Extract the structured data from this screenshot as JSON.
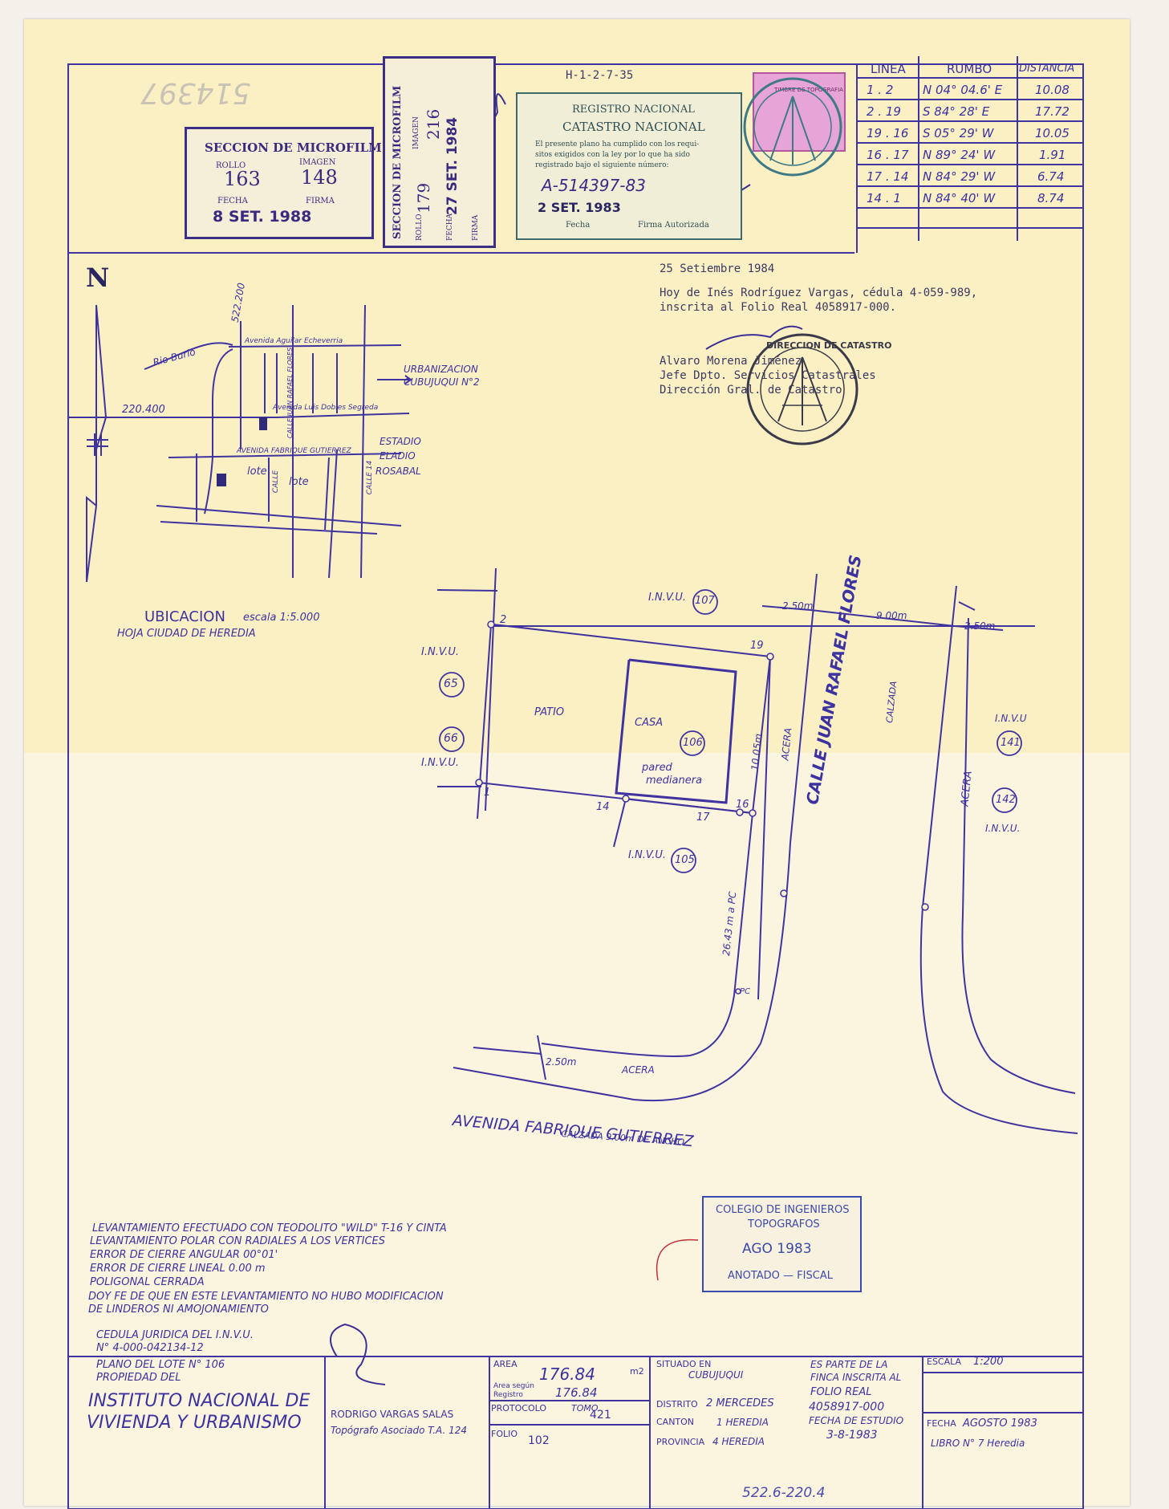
{
  "header_ref": "H-1-2-7-35",
  "microfilm_stamp_1": {
    "title": "SECCION DE MICROFILM",
    "rollo_label": "ROLLO",
    "rollo": "163",
    "imagen_label": "IMAGEN",
    "imagen": "148",
    "fecha_label": "FECHA",
    "fecha": "8 SET. 1988",
    "firma_label": "FIRMA"
  },
  "microfilm_stamp_2": {
    "title": "SECCION DE MICROFILM",
    "rollo_label": "ROLLO",
    "rollo": "179",
    "imagen_label": "IMAGEN",
    "imagen": "216",
    "fecha_label": "FECHA",
    "fecha": "27 SET. 1984",
    "firma_label": "FIRMA"
  },
  "registro_stamp": {
    "line1": "REGISTRO NACIONAL",
    "line2": "CATASTRO NACIONAL",
    "text1": "El presente plano ha cumplido con los requi-",
    "text2": "sitos exigidos con la ley por lo que ha sido",
    "text3": "registrado bajo el siguiente número:",
    "number": "A-514397-83",
    "date": "2 SET. 1983",
    "fecha_label": "Fecha",
    "firma_label": "Firma Autorizada"
  },
  "timbre": {
    "label": "TIMBRE DE TOPOGRAFIA"
  },
  "survey_table": {
    "headers": [
      "LINEA",
      "RUMBO",
      "DISTANCIA"
    ],
    "rows": [
      [
        "1 . 2",
        "N 04° 04.6' E",
        "10.08"
      ],
      [
        "2 . 19",
        "S 84° 28' E",
        "17.72"
      ],
      [
        "19 . 16",
        "S 05° 29' W",
        "10.05"
      ],
      [
        "16 . 17",
        "N 89° 24' W",
        "1.91"
      ],
      [
        "17 . 14",
        "N 84° 29' W",
        "6.74"
      ],
      [
        "14 . 1",
        "N 84° 40' W",
        "8.74"
      ]
    ]
  },
  "typed_note": {
    "date": "25 Setiembre 1984",
    "line1": "Hoy de Inés Rodríguez Vargas, cédula 4-059-989,",
    "line2": "inscrita al Folio Real 4058917-000.",
    "sig1": "Alvaro Morena Jiménez",
    "sig2": "Jefe Dpto. Servicios Catastrales",
    "sig3": "Dirección Gral. de Catastro"
  },
  "catastro_seal": "DIRECCION DE CATASTRO",
  "north": "N",
  "location_map": {
    "rio": "Rio Burio",
    "coord_top": "522.200",
    "coord_left": "220.400",
    "avenida_aguilar": "Avenida Aguilar Echeverria",
    "urbanizacion": "URBANIZACION",
    "urbanizacion2": "CUBUJUQUI N°2",
    "avenida_luis": "Avenida Luis Dobles Segreda",
    "estadio1": "ESTADIO",
    "estadio2": "ELADIO",
    "estadio3": "ROSABAL",
    "avenida_fabrique": "AVENIDA FABRIQUE GUTIERREZ",
    "calle_juan": "CALLE JUAN RAFAEL FLORES",
    "calle_14": "CALLE 14",
    "calle_lote": "CALLE",
    "lote1": "lote",
    "lote2": "lote",
    "ubicacion": "UBICACION",
    "escala": "escala 1:5.000",
    "hoja": "HOJA CIUDAD DE HEREDIA"
  },
  "plan": {
    "invu": "I.N.V.U.",
    "invu_short": "I.N.V.U",
    "lot_numbers": [
      "107",
      "65",
      "66",
      "106",
      "105",
      "141",
      "142"
    ],
    "vertices": [
      "2",
      "19",
      "1",
      "14",
      "16",
      "17"
    ],
    "patio": "PATIO",
    "casa": "CASA",
    "pared1": "pared",
    "pared2": "medianera",
    "dist_side": "10.05m",
    "acera": "ACERA",
    "acera2": "ACERA",
    "acera3": "ACERA",
    "calle_name": "CALLE JUAN RAFAEL FLORES",
    "calzada": "CALZADA",
    "d250a": "2.50m",
    "d900": "9.00m",
    "d250b": "2.50m",
    "d250c": "2.50m",
    "d2643": "26.43 m a PC",
    "pc": "PC",
    "avenida": "AVENIDA FABRIQUE GUTIERREZ",
    "calzada_ancho": "CALZADA 9.00m DE ANCHO"
  },
  "colegio_stamp": {
    "line1": "COLEGIO DE INGENIEROS",
    "line2": "TOPOGRAFOS",
    "date": "AGO 1983",
    "line3": "ANOTADO — FISCAL"
  },
  "survey_notes": [
    "LEVANTAMIENTO EFECTUADO CON TEODOLITO \"WILD\" T-16 Y CINTA",
    "LEVANTAMIENTO POLAR CON RADIALES A LOS VERTICES",
    "ERROR DE CIERRE ANGULAR 00°01'",
    "ERROR DE CIERRE LINEAL 0.00 m",
    "POLIGONAL CERRADA",
    "DOY FE DE QUE EN ESTE LEVANTAMIENTO NO HUBO MODIFICACION",
    "DE LINDEROS NI AMOJONAMIENTO"
  ],
  "cedula": {
    "line1": "CEDULA JURIDICA DEL I.N.V.U.",
    "line2": "N° 4-000-042134-12"
  },
  "title_block": {
    "plano": "PLANO DEL LOTE N° 106",
    "propiedad": "PROPIEDAD DEL",
    "owner1": "INSTITUTO NACIONAL DE",
    "owner2": "VIVIENDA Y URBANISMO",
    "surveyor": "RODRIGO VARGAS SALAS",
    "surveyor_title": "Topógrafo Asociado T.A. 124",
    "area_label": "AREA",
    "area_value": "176.84",
    "area_unit": "m2",
    "area_reg_label1": "Area según",
    "area_reg_label2": "Registro",
    "area_reg_value": "176.84",
    "protocolo_label": "PROTOCOLO",
    "tomo_label": "TOMO",
    "tomo": "421",
    "folio_label": "FOLIO",
    "folio": "102",
    "situado_label": "SITUADO EN",
    "situado": "CUBUJUQUI",
    "distrito_label": "DISTRITO",
    "distrito": "2 MERCEDES",
    "canton_label": "CANTON",
    "canton": "1 HEREDIA",
    "provincia_label": "PROVINCIA",
    "provincia": "4 HEREDIA",
    "finca1": "ES PARTE DE LA",
    "finca2": "FINCA INSCRITA AL",
    "folio_real_label": "FOLIO REAL",
    "folio_real": "4058917-000",
    "fecha_estudio_label": "FECHA DE ESTUDIO",
    "fecha_estudio": "3-8-1983",
    "escala_label": "ESCALA",
    "escala": "1:200",
    "fecha_label": "FECHA",
    "fecha": "AGOSTO 1983",
    "libro": "LIBRO N° 7 Heredia"
  },
  "bottom_coord": "522.6-220.4",
  "left_margin_number": "514397"
}
